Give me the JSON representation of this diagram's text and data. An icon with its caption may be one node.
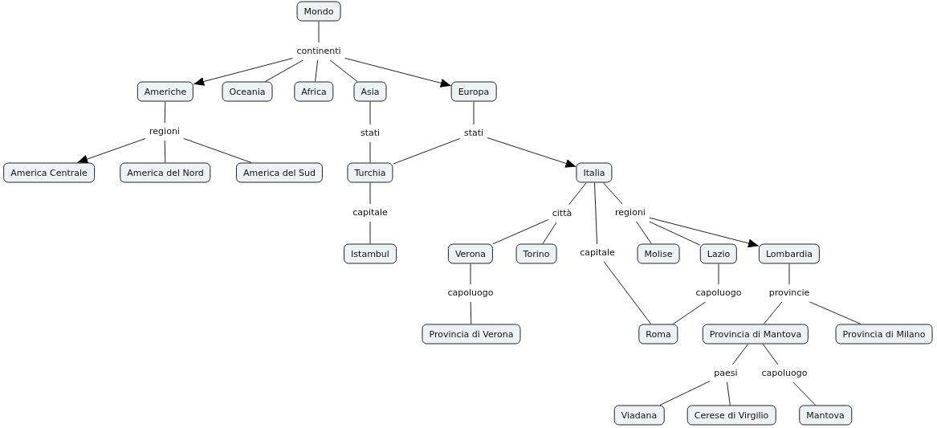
{
  "diagram": {
    "nodes": [
      {
        "text": [
          "Mondo"
        ]
      },
      {
        "text": [
          "continenti"
        ]
      },
      {
        "text": [
          "Americhe"
        ]
      },
      {
        "text": [
          "Oceania"
        ]
      },
      {
        "text": [
          "Africa"
        ]
      },
      {
        "text": [
          "Asia"
        ]
      },
      {
        "text": [
          "Europa"
        ]
      },
      {
        "text": [
          "regioni"
        ]
      },
      {
        "text": [
          "America Centrale"
        ]
      },
      {
        "text": [
          "America del Nord"
        ]
      },
      {
        "text": [
          "America del Sud"
        ]
      },
      {
        "text": [
          "stati"
        ]
      },
      {
        "text": [
          "stati"
        ]
      },
      {
        "text": [
          "Turchia"
        ]
      },
      {
        "text": [
          "Italia"
        ]
      },
      {
        "text": [
          "capitale"
        ]
      },
      {
        "text": [
          "città"
        ]
      },
      {
        "text": [
          "regioni"
        ]
      },
      {
        "text": [
          "Istambul"
        ]
      },
      {
        "text": [
          "Verona"
        ]
      },
      {
        "text": [
          "Torino"
        ]
      },
      {
        "text": [
          "capitale"
        ]
      },
      {
        "text": [
          "Molise"
        ]
      },
      {
        "text": [
          "Lazio"
        ]
      },
      {
        "text": [
          "Lombardia"
        ]
      },
      {
        "text": [
          "capoluogo"
        ]
      },
      {
        "text": [
          "capoluogo"
        ]
      },
      {
        "text": [
          "provincie"
        ]
      },
      {
        "text": [
          "Provincia di Verona"
        ]
      },
      {
        "text": [
          "Roma"
        ]
      },
      {
        "text": [
          "Provincia di Mantova"
        ]
      },
      {
        "text": [
          "Provincia di Milano"
        ]
      },
      {
        "text": [
          "paesi"
        ]
      },
      {
        "text": [
          "capoluogo"
        ]
      },
      {
        "text": [
          "Viadana"
        ]
      },
      {
        "text": [
          "Cerese di Virgilio"
        ]
      },
      {
        "text": [
          "Mantova"
        ]
      }
    ],
    "edges": [
      {
        "from": 0,
        "to": 1,
        "arrow": "none"
      },
      {
        "from": 1,
        "to": 2,
        "arrow": "to"
      },
      {
        "from": 1,
        "to": 3,
        "arrow": "none"
      },
      {
        "from": 1,
        "to": 4,
        "arrow": "none"
      },
      {
        "from": 1,
        "to": 5,
        "arrow": "none"
      },
      {
        "from": 1,
        "to": 6,
        "arrow": "to"
      },
      {
        "from": 2,
        "to": 7,
        "arrow": "none"
      },
      {
        "from": 7,
        "to": 8,
        "arrow": "to"
      },
      {
        "from": 7,
        "to": 9,
        "arrow": "none"
      },
      {
        "from": 7,
        "to": 10,
        "arrow": "none"
      },
      {
        "from": 5,
        "to": 11,
        "arrow": "none"
      },
      {
        "from": 11,
        "to": 13,
        "arrow": "none"
      },
      {
        "from": 6,
        "to": 12,
        "arrow": "none"
      },
      {
        "from": 12,
        "to": 13,
        "arrow": "none"
      },
      {
        "from": 12,
        "to": 14,
        "arrow": "to"
      },
      {
        "from": 13,
        "to": 15,
        "arrow": "none"
      },
      {
        "from": 15,
        "to": 18,
        "arrow": "none"
      },
      {
        "from": 14,
        "to": 16,
        "arrow": "none"
      },
      {
        "from": 14,
        "to": 17,
        "arrow": "none"
      },
      {
        "from": 14,
        "to": 21,
        "arrow": "none"
      },
      {
        "from": 16,
        "to": 19,
        "arrow": "none"
      },
      {
        "from": 16,
        "to": 20,
        "arrow": "none"
      },
      {
        "from": 21,
        "to": 29,
        "arrow": "none"
      },
      {
        "from": 17,
        "to": 22,
        "arrow": "none"
      },
      {
        "from": 17,
        "to": 23,
        "arrow": "none"
      },
      {
        "from": 17,
        "to": 24,
        "arrow": "to"
      },
      {
        "from": 19,
        "to": 25,
        "arrow": "none"
      },
      {
        "from": 25,
        "to": 28,
        "arrow": "none"
      },
      {
        "from": 23,
        "to": 26,
        "arrow": "none"
      },
      {
        "from": 26,
        "to": 29,
        "arrow": "none"
      },
      {
        "from": 24,
        "to": 27,
        "arrow": "none"
      },
      {
        "from": 27,
        "to": 30,
        "arrow": "none"
      },
      {
        "from": 27,
        "to": 31,
        "arrow": "none"
      },
      {
        "from": 30,
        "to": 32,
        "arrow": "none"
      },
      {
        "from": 30,
        "to": 33,
        "arrow": "none"
      },
      {
        "from": 32,
        "to": 34,
        "arrow": "none"
      },
      {
        "from": 32,
        "to": 35,
        "arrow": "none"
      },
      {
        "from": 33,
        "to": 36,
        "arrow": "none"
      }
    ]
  }
}
